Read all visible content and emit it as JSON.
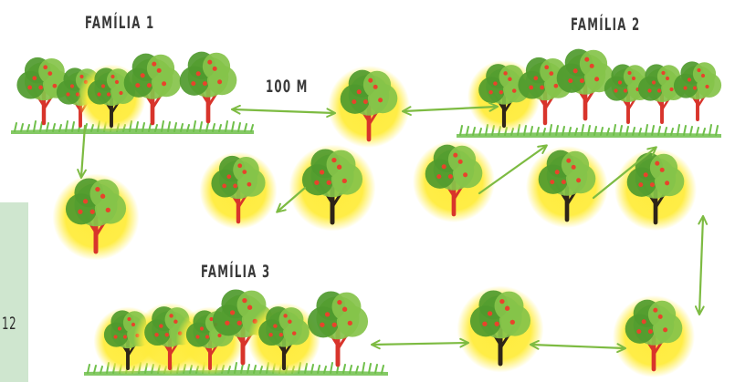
{
  "labels": {
    "family1": "FAMÍLIA 1",
    "family2": "FAMÍLIA 2",
    "family3": "FAMÍLIA 3",
    "distance": "100 M"
  },
  "page_number": "12",
  "colors": {
    "sidebar": "#cfe6cf",
    "arrow": "#7dbb42",
    "glow": "#ffec3d",
    "trunk_red": "#d8342b",
    "trunk_dark": "#2e2418",
    "canopy": "#86c34a",
    "canopy_dark": "#4f9a2e",
    "fruit": "#e8432b",
    "grass": "#6fbf4a"
  },
  "icons": {
    "tree": "fruit-tree-icon",
    "sapling": "young-tree-icon",
    "arrow": "arrow-icon",
    "double_arrow": "double-arrow-icon"
  }
}
